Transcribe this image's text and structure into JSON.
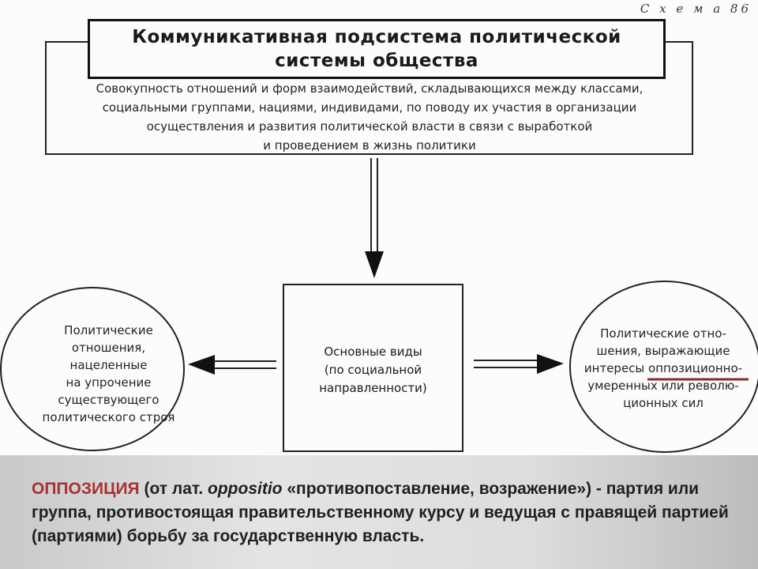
{
  "scheme_label": "С х е м а 86",
  "title": "Коммуникативная подсистема политической\nсистемы общества",
  "description": "Совокупность отношений и форм взаимодействий, складывающихся между классами,\nсоциальными группами, нациями, индивидами, по поводу их участия в организации\nосуществления и развития политической власти в связи с выработкой\nи проведением в жизнь политики",
  "center_box": "Основные виды\n(по социальной\nнаправленности)",
  "left_circle": "Политические\nотношения, нацеленные\nна упрочение\nсуществующего\nполитического строя",
  "right_circle": "Политические отно-\nшения, выражающие\nинтересы оппозиционно-\nумеренных или револю-\nционных сил",
  "definition": {
    "term": "ОППОЗИЦИЯ",
    "part1": " (от лат. ",
    "latin": "oppositio",
    "part2": " «противопоставление, возражение») - партия или группа, противостоящая правительственному курсу и ведущая с правящей партией (партиями) борьбу за государственную власть."
  },
  "colors": {
    "term": "#a83232",
    "underline": "#8b2a2a",
    "footer_bg": "#d9d9d9"
  }
}
